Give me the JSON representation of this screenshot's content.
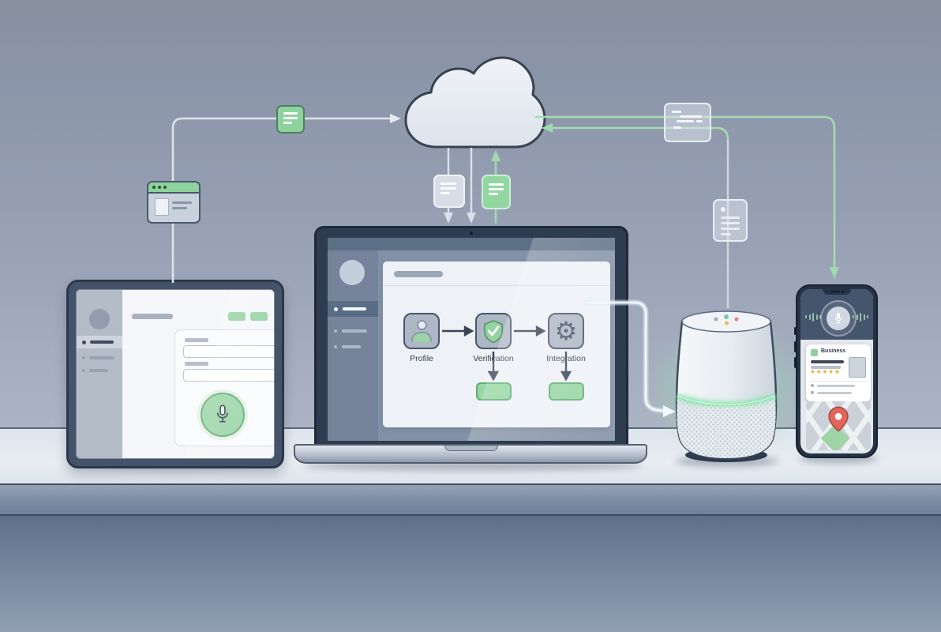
{
  "scene": {
    "description": "Illustration of a voice-assistant business ecosystem: tablet, laptop, smart speaker and phone synced through a cloud",
    "accent_green": "#8fd19e",
    "wall_color": "#97a1b4",
    "table_color": "#e7ecf2",
    "glow_color": "#9de2b5"
  },
  "icons": {
    "gear": "⚙"
  },
  "flowchart": {
    "steps": [
      {
        "label": "Profile",
        "icon": "person-icon"
      },
      {
        "label": "Verification",
        "icon": "shield-check-icon"
      },
      {
        "label": "Integration",
        "icon": "gear-icon"
      }
    ]
  },
  "phone": {
    "listing_name": "Business",
    "rating_stars": "★★★★★"
  }
}
